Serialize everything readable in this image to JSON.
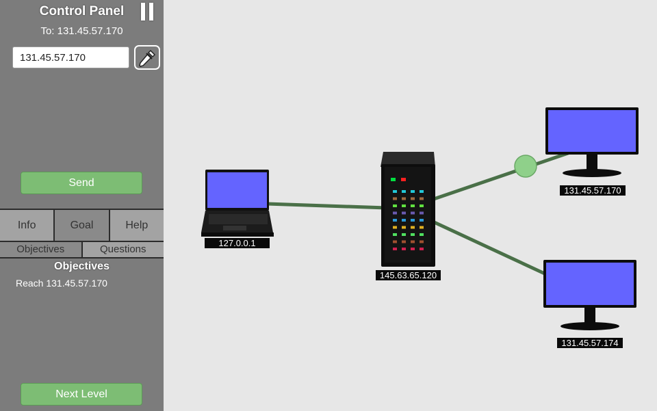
{
  "panel": {
    "title": "Control Panel",
    "target_label": "To: 131.45.57.170",
    "address_value": "131.45.57.170",
    "send_label": "Send",
    "next_level_label": "Next Level",
    "tabs": [
      {
        "label": "Info",
        "active": false
      },
      {
        "label": "Goal",
        "active": true
      },
      {
        "label": "Help",
        "active": false
      }
    ],
    "subtabs": [
      {
        "label": "Objectives",
        "active": true
      },
      {
        "label": "Questions",
        "active": false
      }
    ],
    "section_heading": "Objectives",
    "objectives": [
      "Reach 131.45.57.170"
    ]
  },
  "network": {
    "nodes": {
      "laptop": {
        "label": "127.0.0.1",
        "icon": "laptop-icon"
      },
      "router": {
        "label": "145.63.65.120",
        "icon": "server-rack-icon"
      },
      "monitor_top": {
        "label": "131.45.57.170",
        "icon": "monitor-icon"
      },
      "monitor_bottom": {
        "label": "131.45.57.174",
        "icon": "monitor-icon"
      }
    },
    "colors": {
      "background": "#e7e7e7",
      "link": "#4a7048",
      "screen": "#6464ff",
      "packet": "#8fd08a",
      "panel": "#7c7c7c",
      "button_green": "#7dbd74"
    }
  }
}
